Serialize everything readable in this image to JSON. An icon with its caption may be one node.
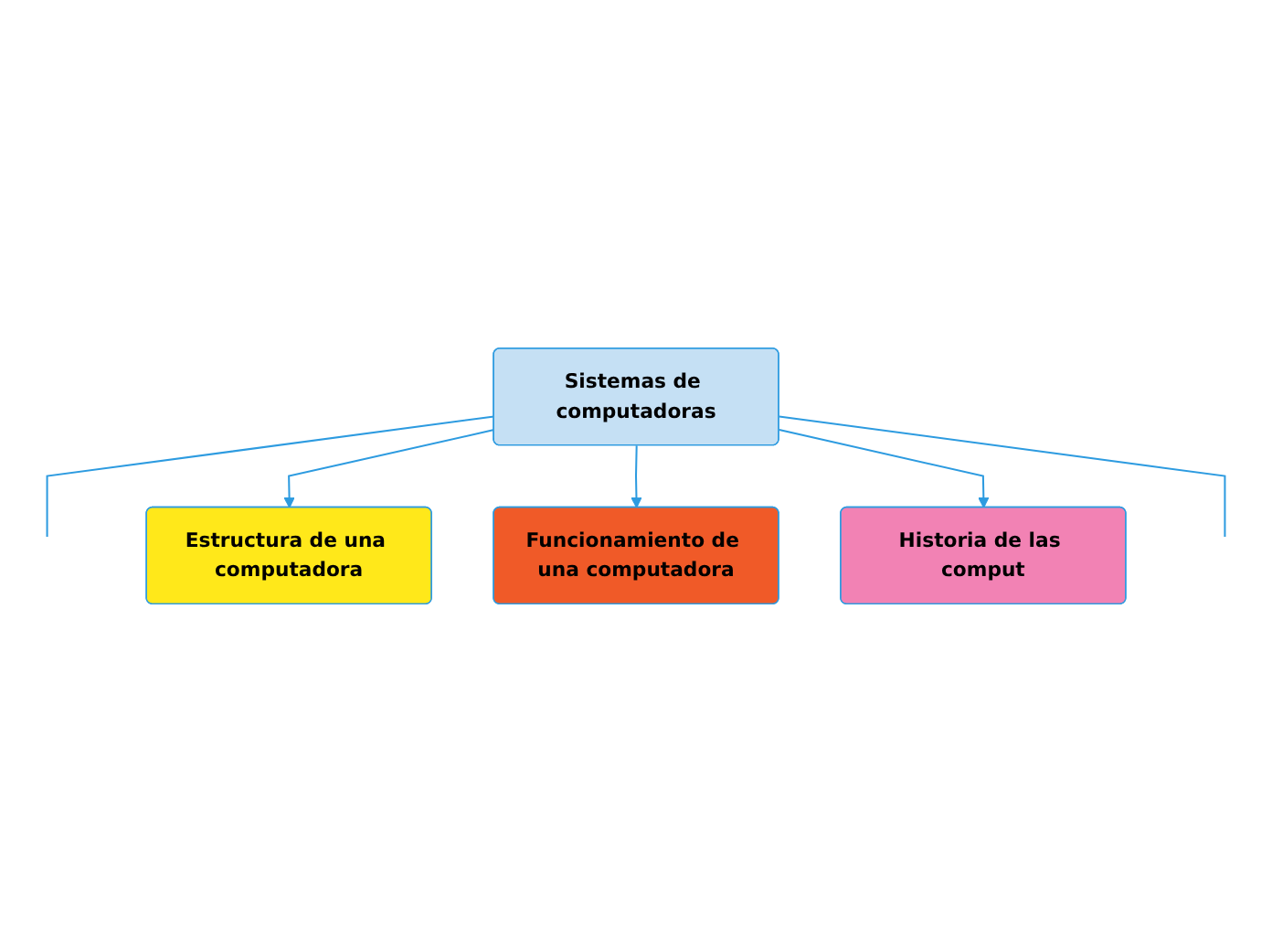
{
  "diagram": {
    "nodes": [
      {
        "text": [
          "Sistemas de computadoras"
        ]
      },
      {
        "text": [
          "Estructura de una computadora"
        ]
      },
      {
        "text": [
          "Historia de las comput"
        ]
      },
      {
        "text": [
          "Funcionamiento de una computadora"
        ]
      }
    ],
    "edges": [
      {
        "from": 0,
        "to": null,
        "arrow": "none"
      },
      {
        "from": 0,
        "to": 1,
        "arrow": "to"
      },
      {
        "from": 0,
        "to": 3,
        "arrow": "to"
      },
      {
        "from": 0,
        "to": 2,
        "arrow": "to"
      },
      {
        "from": 0,
        "to": null,
        "arrow": "none"
      }
    ]
  }
}
